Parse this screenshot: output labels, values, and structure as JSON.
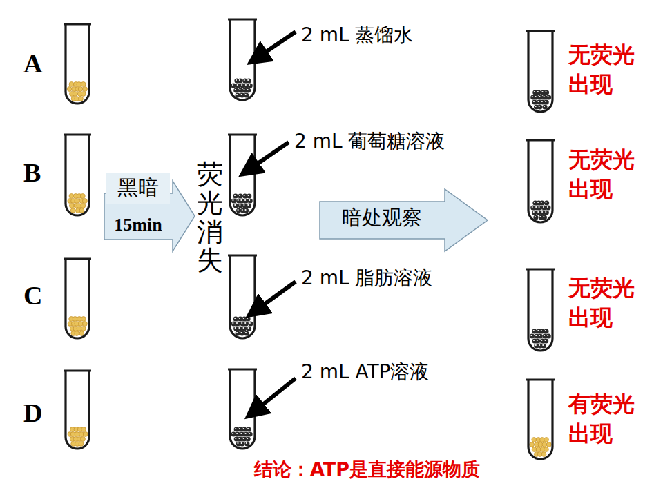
{
  "diagram": {
    "nodes": [
      {
        "text": [
          "15min"
        ]
      },
      {
        "text": [
          "黑暗"
        ],
        "in": 0
      },
      {
        "text": [
          "暗处观察"
        ]
      }
    ],
    "edges": [],
    "labels": [
      "A",
      "B",
      "C",
      "D",
      "荧光消失",
      "2 mL 蒸馏水",
      "2 mL 葡萄糖溶液",
      "2 mL 脂肪溶液",
      "2 mL ATP溶液",
      "无荧光 出现",
      "无荧光 出现",
      "无荧光 出现",
      "有荧光 出现",
      "结论：ATP是直接能源物质"
    ]
  }
}
